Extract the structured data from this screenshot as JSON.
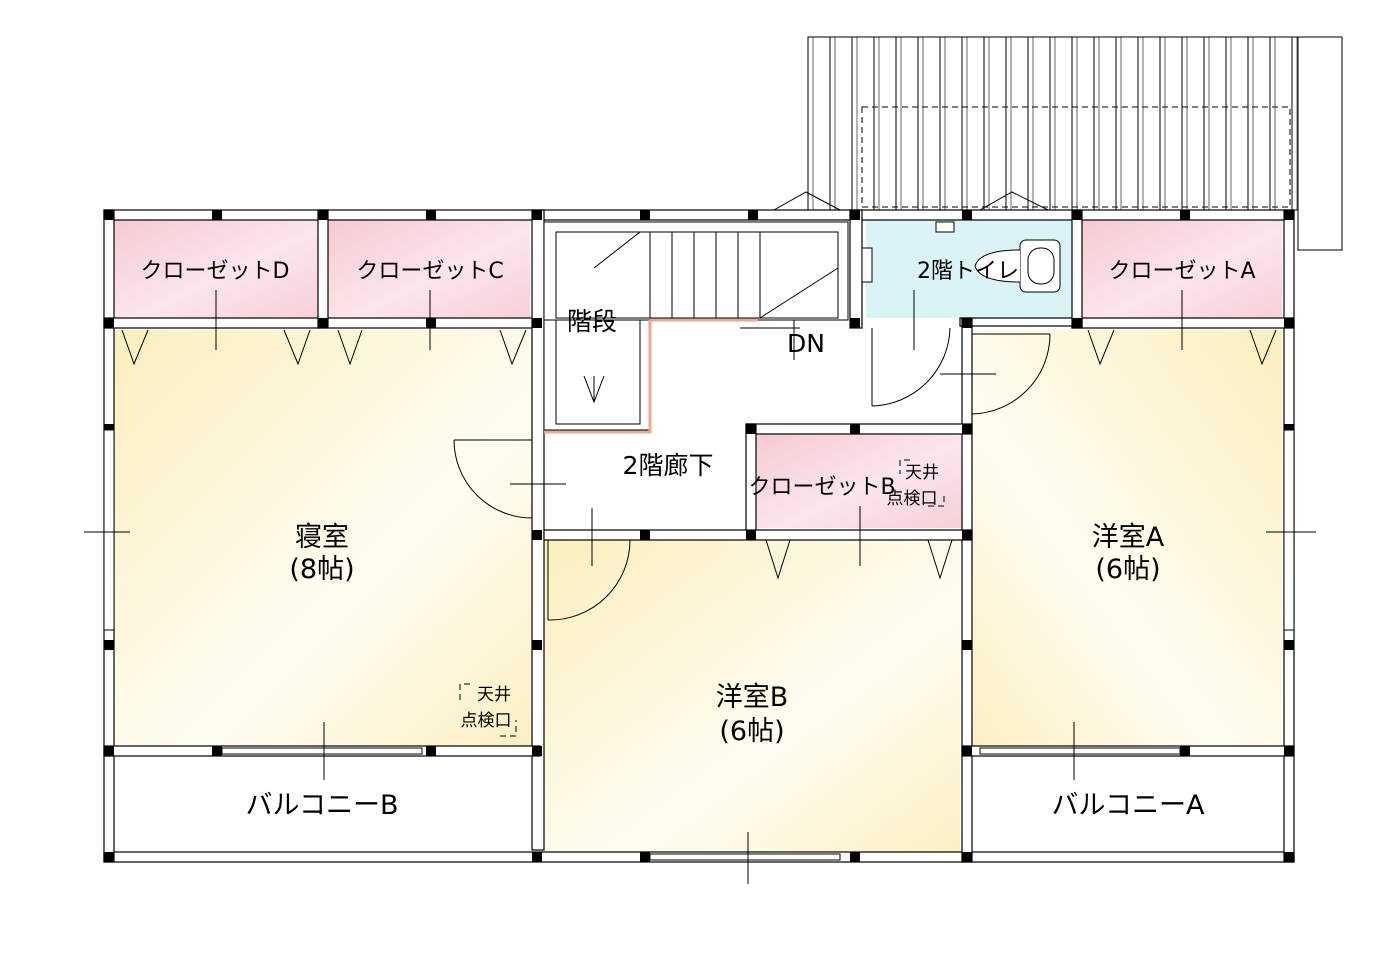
{
  "rooms": {
    "closet_d": "クローゼットD",
    "closet_c": "クローゼットC",
    "stairs": "階段",
    "dn": "DN",
    "toilet": "2階トイレ",
    "closet_a": "クローゼットA",
    "hallway": "2階廊下",
    "closet_b": "クローゼットB",
    "bedroom": "寝室",
    "bedroom_size": "(8帖)",
    "western_a": "洋室A",
    "western_a_size": "(6帖)",
    "western_b": "洋室B",
    "western_b_size": "(6帖)",
    "balcony_b": "バルコニーB",
    "balcony_a": "バルコニーA"
  },
  "annotations": {
    "hatch_line1": "天井",
    "hatch_line2": "点検口"
  },
  "colors": {
    "closet_pink": "#f8d0d8",
    "room_yellow": "#fbf3c8",
    "toilet_blue": "#d8f3f7",
    "stair_accent": "#e8a98c"
  }
}
